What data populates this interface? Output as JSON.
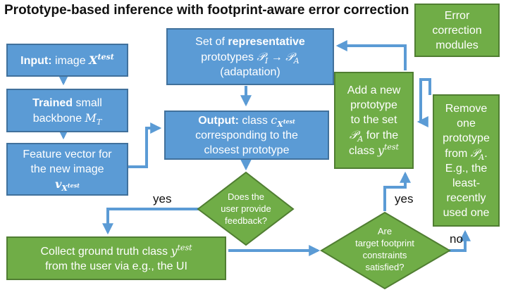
{
  "title": "Prototype-based inference with footprint-aware error correction",
  "legend": {
    "line1": "Error",
    "line2": "correction",
    "line3": "modules"
  },
  "input_box": {
    "label": "Input:",
    "text": " image ",
    "var": "X",
    "sup": "test"
  },
  "trained_box": {
    "label": "Trained",
    "text": " small",
    "line2": "backbone ",
    "var": "M",
    "sub": "T"
  },
  "feature_box": {
    "line1": "Feature vector for",
    "line2": "the new image",
    "var": "v",
    "sub": "X",
    "subsup": "test"
  },
  "prototypes_box": {
    "pre": "Set of ",
    "bold": "representative",
    "line2a": "prototypes ",
    "p1": "𝒫",
    "p1sub": "I",
    "arrow": " → ",
    "p2": "𝒫",
    "p2sub": "A",
    "line3": "(adaptation)"
  },
  "output_box": {
    "label": "Output:",
    "text": " class ",
    "var": "c",
    "sub": "X",
    "subsup": "test",
    "line2": "corresponding to the",
    "line3": "closest prototype"
  },
  "feedback_decision": {
    "line1": "Does the",
    "line2": "user provide",
    "line3": "feedback?"
  },
  "collect_box": {
    "line1": "Collect ground truth class ",
    "var": "y",
    "sup": "test",
    "line2": "from the user via e.g., the UI"
  },
  "footprint_decision": {
    "line1": "Are",
    "line2": "target footprint",
    "line3": "constraints",
    "line4": "satisfied?"
  },
  "add_box": {
    "line1": "Add a new",
    "line2": "prototype",
    "line3": "to the set",
    "p": "𝒫",
    "psub": "A",
    "line4b": " for the",
    "line5a": "class ",
    "var": "y",
    "sup": "test"
  },
  "remove_box": {
    "line1": "Remove",
    "line2": "one",
    "line3": "prototype",
    "line4a": "from ",
    "p": "𝒫",
    "psub": "A",
    "line4b": ".",
    "line5": "E.g., the",
    "line6": "least-",
    "line7": "recently",
    "line8": "used one"
  },
  "labels": {
    "yes_left": "yes",
    "yes_right": "yes",
    "no": "no"
  },
  "colors": {
    "blue": "#5b9bd5",
    "green": "#70ad47",
    "arrow": "#5b9bd5"
  }
}
